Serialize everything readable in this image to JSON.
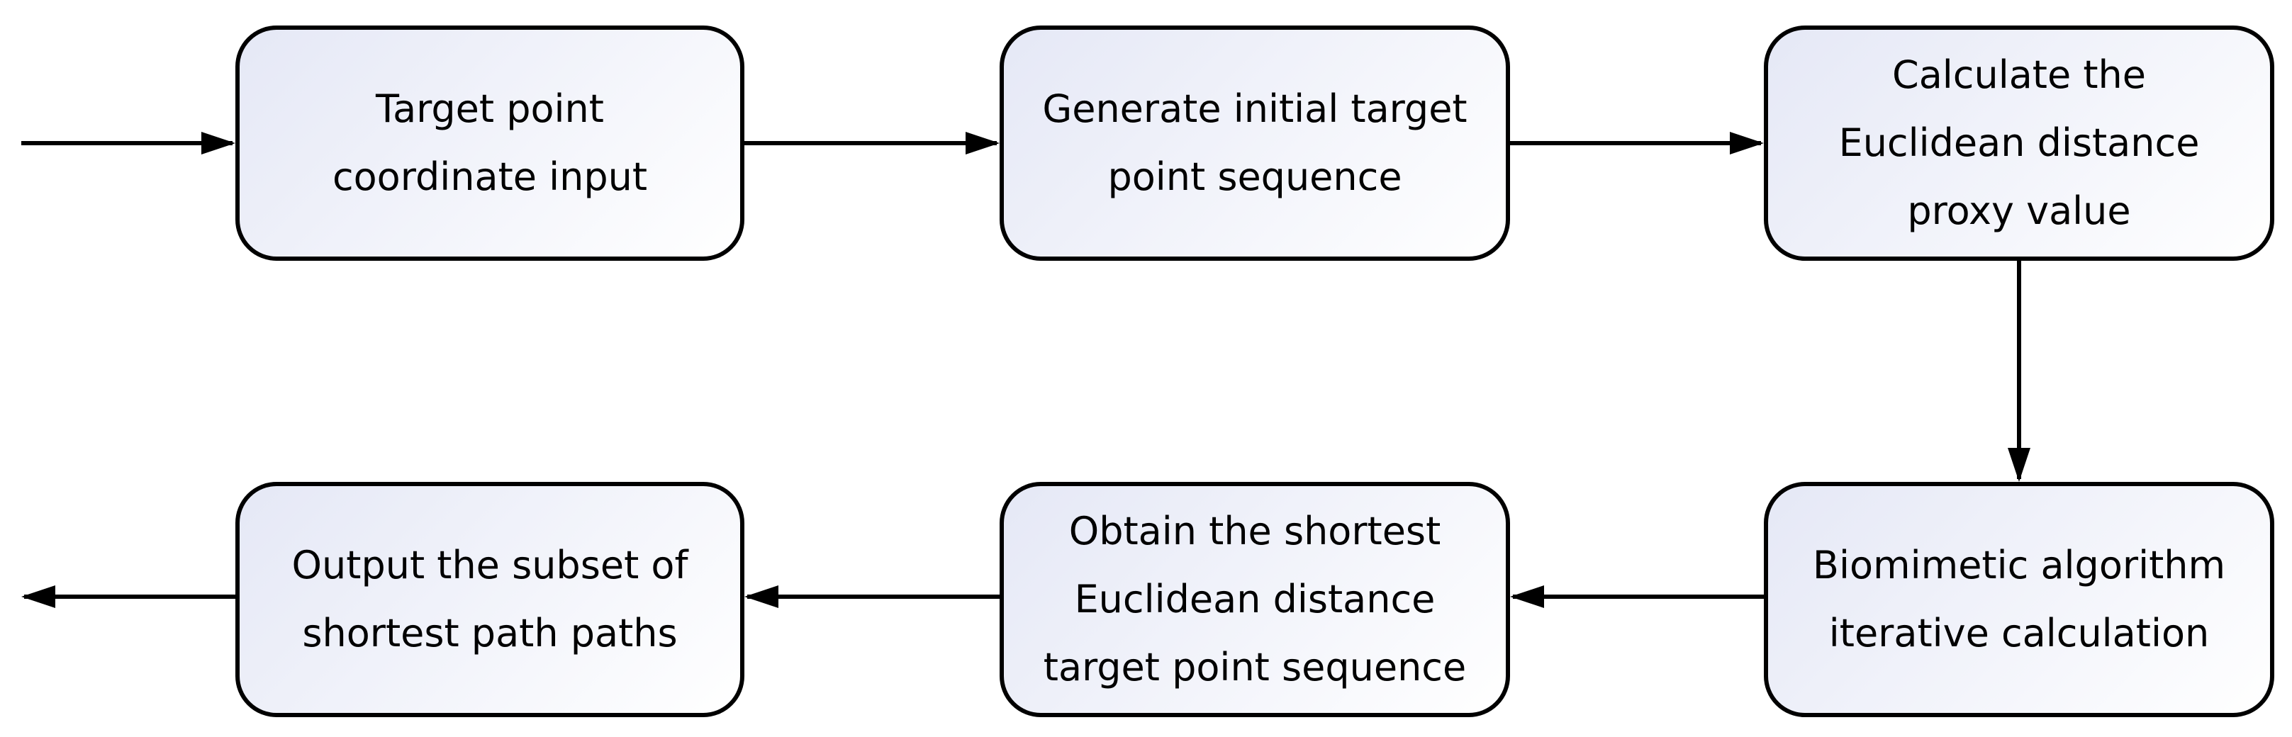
{
  "nodes": {
    "target_point_input": "Target point\ncoordinate input",
    "generate_sequence": "Generate initial target\npoint sequence",
    "euclidean_proxy": "Calculate the\nEuclidean distance\nproxy value",
    "biomimetic_calc": "Biomimetic algorithm\niterative calculation",
    "shortest_sequence": "Obtain the shortest\nEuclidean distance\ntarget point sequence",
    "output_subset": "Output the subset of\nshortest path paths"
  },
  "style": {
    "node_gradient_start": "#e5e8f6",
    "node_gradient_end": "#ffffff",
    "stroke_color": "#000000"
  }
}
